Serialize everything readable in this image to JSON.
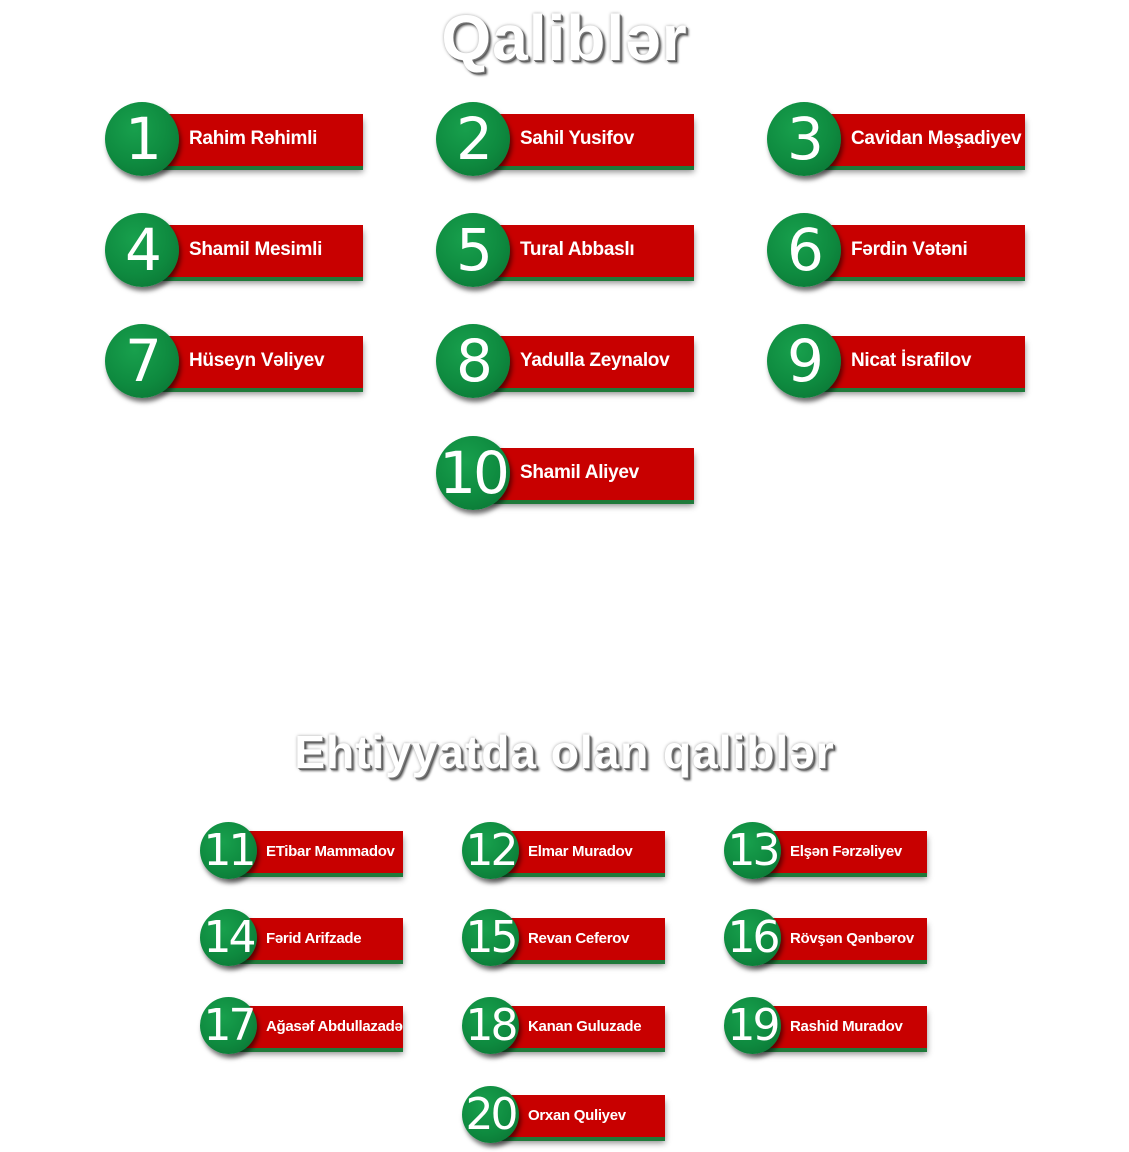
{
  "main": {
    "title": "Qaliblər",
    "items": [
      {
        "number": "1",
        "name": "Rahim Rəhimli"
      },
      {
        "number": "2",
        "name": "Sahil Yusifov"
      },
      {
        "number": "3",
        "name": "Cavidan Məşadiyev"
      },
      {
        "number": "4",
        "name": "Shamil Mesimli"
      },
      {
        "number": "5",
        "name": "Tural Abbaslı"
      },
      {
        "number": "6",
        "name": "Fərdin Vətəni"
      },
      {
        "number": "7",
        "name": "Hüseyn Vəliyev"
      },
      {
        "number": "8",
        "name": "Yadulla Zeynalov"
      },
      {
        "number": "9",
        "name": "Nicat İsrafilov"
      },
      {
        "number": "10",
        "name": "Shamil Aliyev"
      }
    ]
  },
  "reserve": {
    "title": "Ehtiyyatda olan qaliblər",
    "items": [
      {
        "number": "11",
        "name": "ETibar Mammadov"
      },
      {
        "number": "12",
        "name": "Elmar Muradov"
      },
      {
        "number": "13",
        "name": "Elşən Fərzəliyev"
      },
      {
        "number": "14",
        "name": "Fərid Arifzade"
      },
      {
        "number": "15",
        "name": "Revan Ceferov"
      },
      {
        "number": "16",
        "name": "Rövşən Qənbərov"
      },
      {
        "number": "17",
        "name": "Ağasəf Abdullazadə"
      },
      {
        "number": "18",
        "name": "Kanan Guluzade"
      },
      {
        "number": "19",
        "name": "Rashid Muradov"
      },
      {
        "number": "20",
        "name": "Orxan Quliyev"
      }
    ]
  },
  "colors": {
    "badge_green": "#0e8a3f",
    "bar_red": "#c80000"
  }
}
